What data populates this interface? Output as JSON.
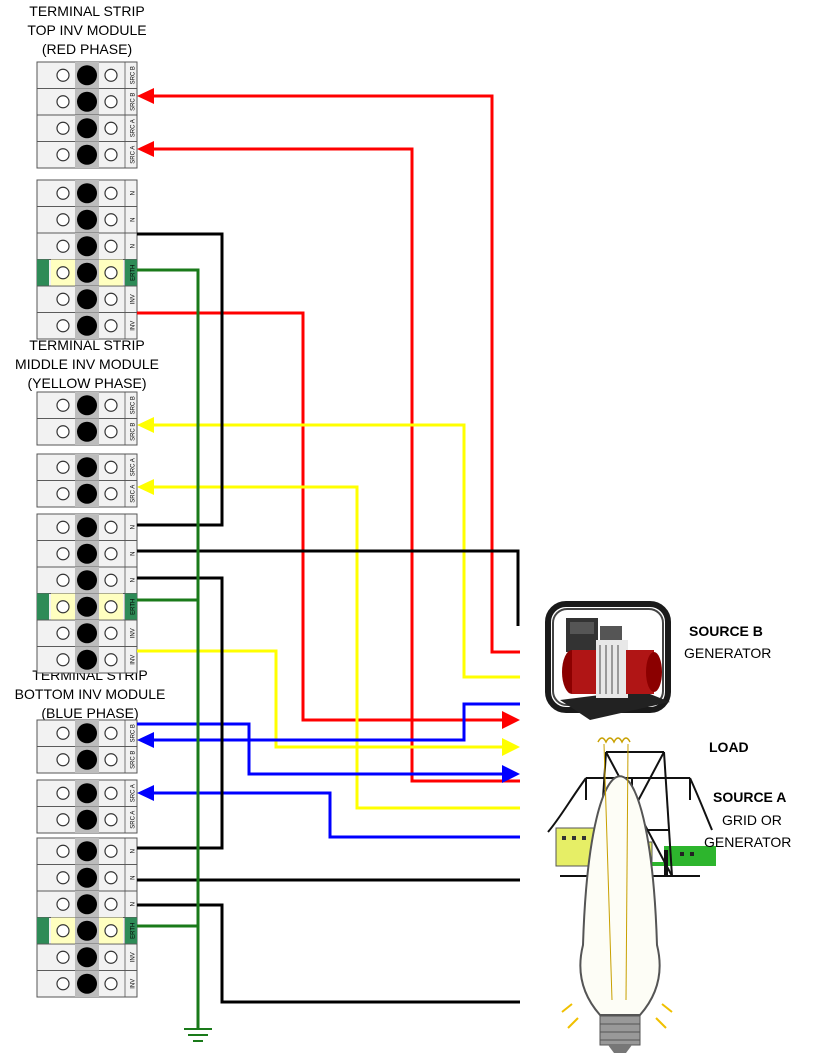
{
  "colors": {
    "red": "#ff0000",
    "yellow": "#ffff00",
    "blue": "#0000ff",
    "black": "#000000",
    "green": "#1a7a1a",
    "terminal_bg": "#f2f2f2",
    "earth_cell": "#ffffc0",
    "earth_tab": "#2e8b57"
  },
  "modules": [
    {
      "title": [
        "TERMINAL STRIP",
        "TOP INV MODULE",
        "(RED PHASE)"
      ],
      "terminals": [
        "SRC B",
        "SRC B",
        "SRC A",
        "SRC A",
        "N",
        "N",
        "N",
        "ERTH",
        "INV",
        "INV"
      ]
    },
    {
      "title": [
        "TERMINAL STRIP",
        "MIDDLE INV MODULE",
        "(YELLOW PHASE)"
      ],
      "terminals": [
        "SRC B",
        "SRC B",
        "SRC A",
        "SRC A",
        "N",
        "N",
        "N",
        "ERTH",
        "INV",
        "INV"
      ]
    },
    {
      "title": [
        "TERMINAL STRIP",
        "BOTTOM INV MODULE",
        "(BLUE PHASE)"
      ],
      "terminals": [
        "SRC B",
        "SRC B",
        "SRC A",
        "SRC A",
        "N",
        "N",
        "N",
        "ERTH",
        "INV",
        "INV"
      ]
    }
  ],
  "source_b": {
    "title": "SOURCE B",
    "subtitle": "GENERATOR",
    "icon": "generator-icon"
  },
  "source_a": {
    "title": "SOURCE A",
    "line2": "GRID OR",
    "line3": "GENERATOR",
    "icon": "power-pylon-icon"
  },
  "load": {
    "title": "LOAD",
    "icon": "light-bulb-icon"
  },
  "ground": {
    "icon": "ground-symbol-icon"
  }
}
